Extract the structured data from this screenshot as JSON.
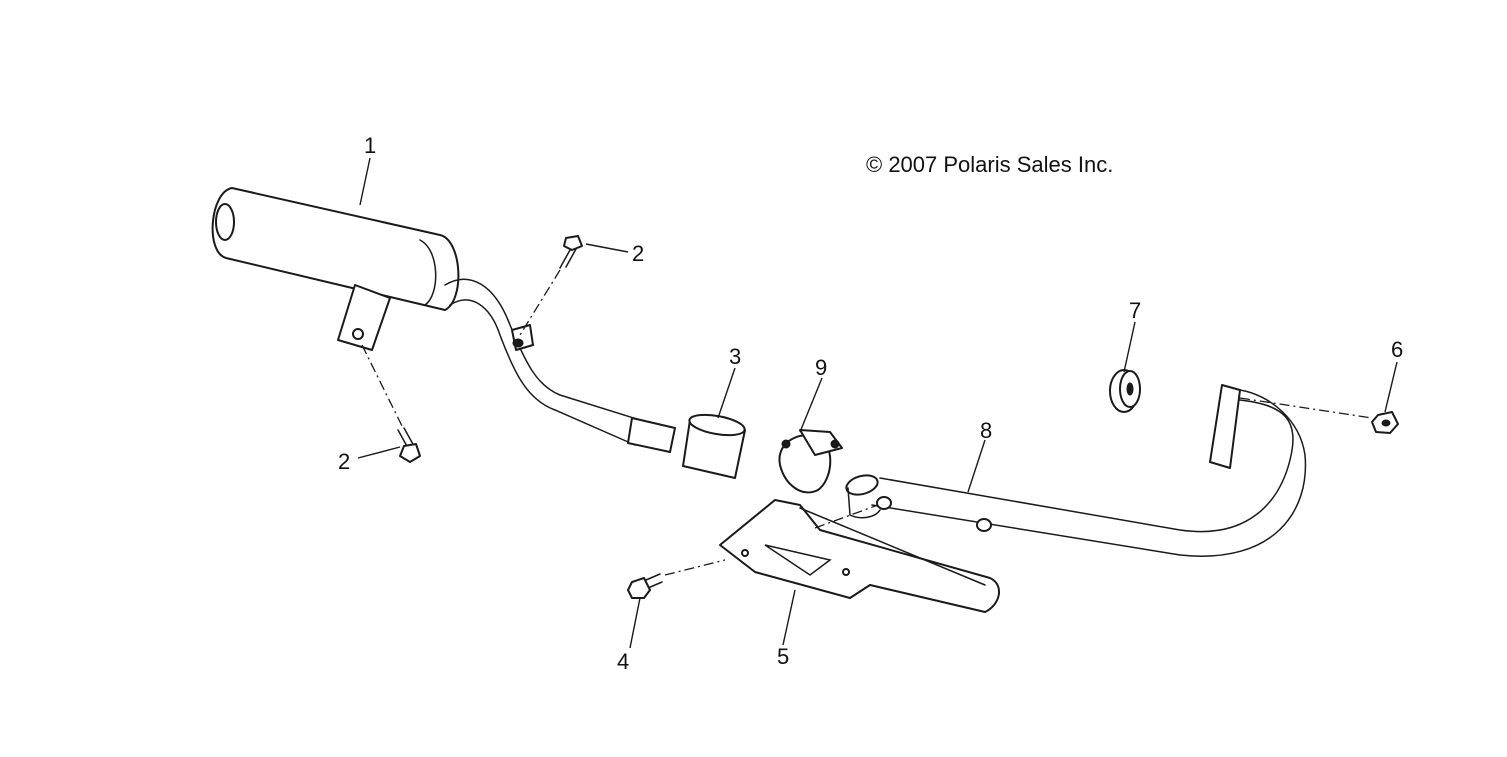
{
  "copyright": "© 2007 Polaris Sales Inc.",
  "callouts": {
    "c1": "1",
    "c2_upper": "2",
    "c2_lower": "2",
    "c3": "3",
    "c4": "4",
    "c5": "5",
    "c6": "6",
    "c7": "7",
    "c8": "8",
    "c9": "9"
  }
}
